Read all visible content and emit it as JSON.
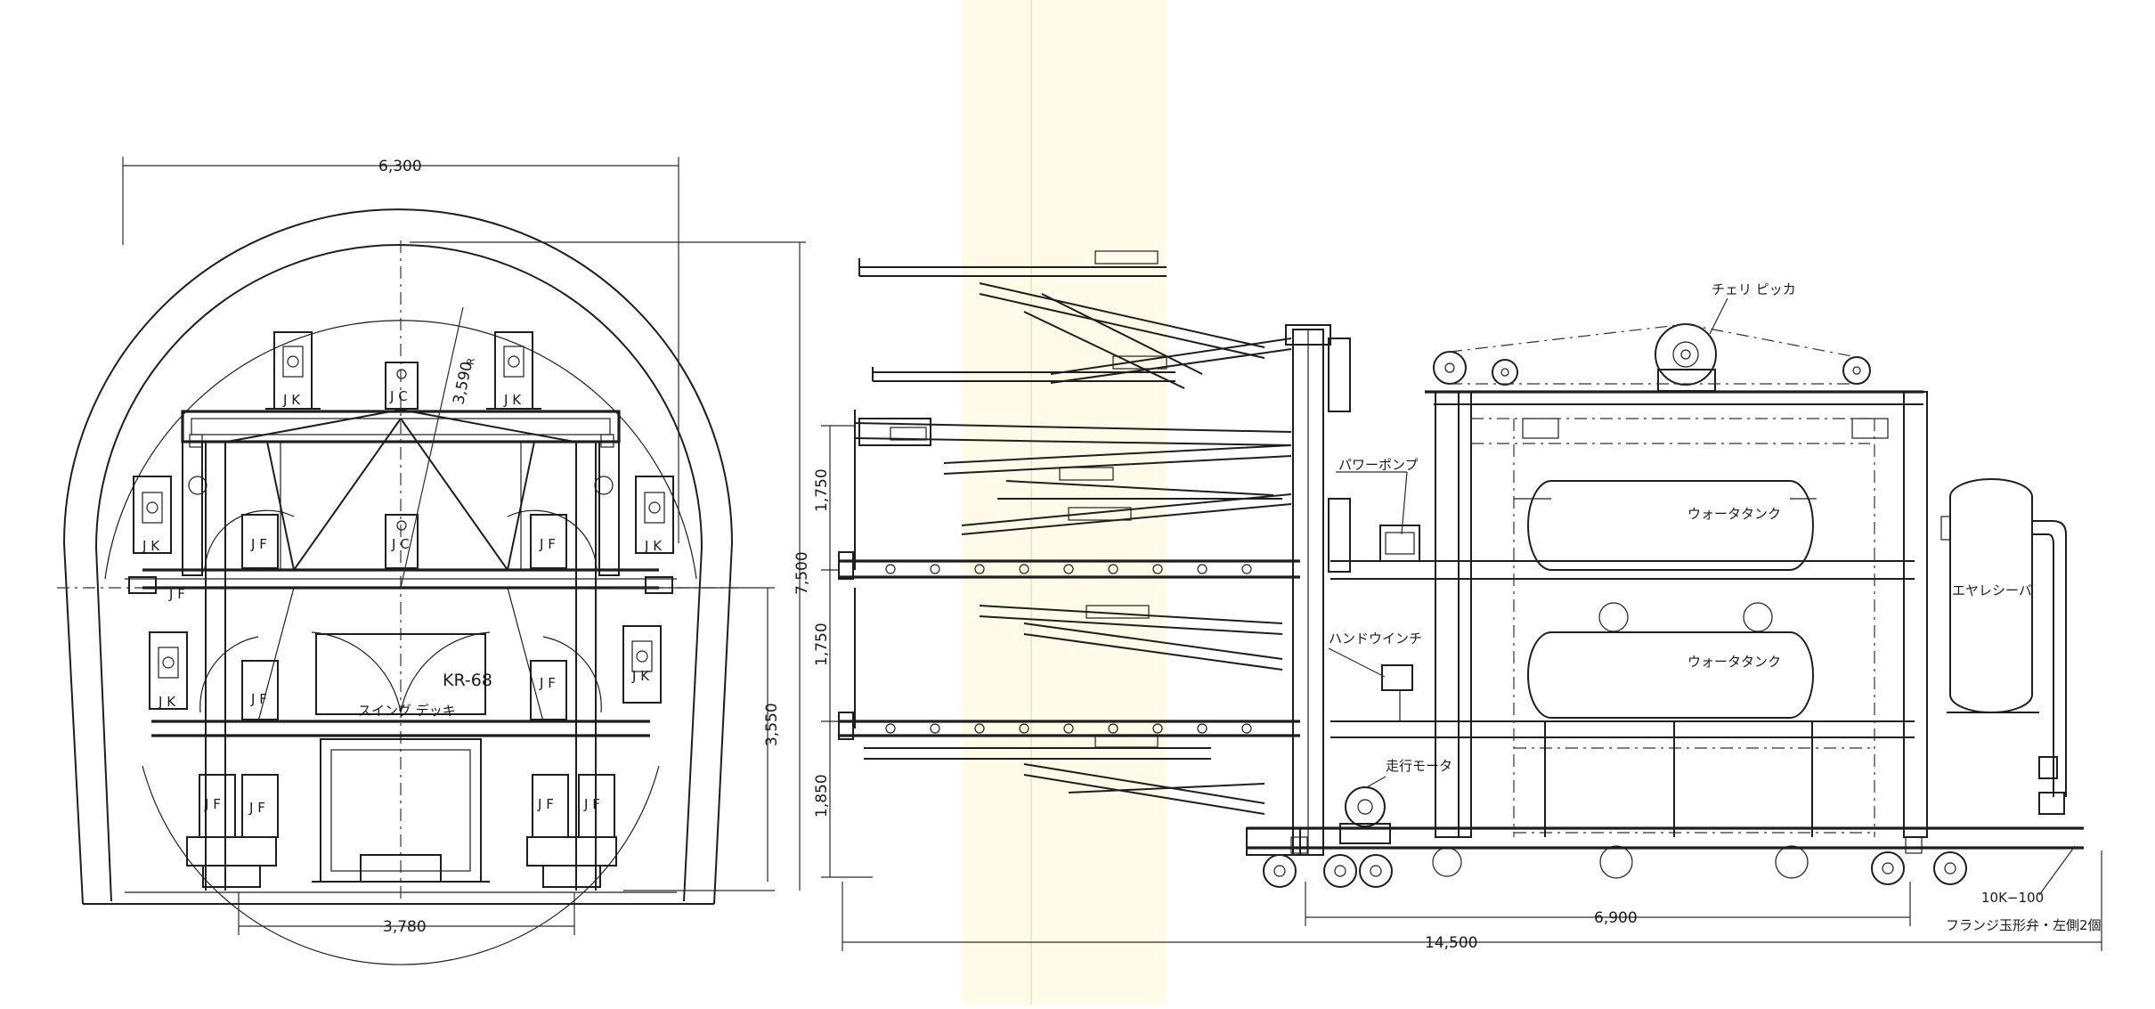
{
  "front_view": {
    "dimensions": {
      "width_top": "6,300",
      "radius": "3,590",
      "radius_suffix": "R",
      "height_total": "7,500",
      "height_lower": "3,550",
      "width_bottom": "3,780"
    },
    "labels": {
      "jk_1": "J K",
      "jc_top": "J C",
      "jk_2": "J K",
      "jk_3": "J K",
      "jc_mid": "J C",
      "jf_1": "J F",
      "jf_2": "J F",
      "jk_4": "J K",
      "jk_5": "J K",
      "jf_3": "J F",
      "jf_4": "J F",
      "jk_6": "J K",
      "jf_5": "J F",
      "jf_6": "J F",
      "jf_7": "J F",
      "jf_8": "J F",
      "jf_9": "J F",
      "machine": "KR-68",
      "swing_deck": "スイング デッキ"
    }
  },
  "side_view": {
    "dimensions": {
      "tier_1": "1,750",
      "tier_2": "1,750",
      "tier_3": "1,850",
      "base_length": "6,900",
      "total_length": "14,500"
    },
    "labels": {
      "cherry_picker": "チェリ ピッカ",
      "power_pump": "パワーポンプ",
      "water_tank_upper": "ウォータタンク",
      "water_tank_lower": "ウォータタンク",
      "air_receiver": "エヤレシーバ",
      "hand_winch": "ハンドウインチ",
      "travel_motor": "走行モータ",
      "valve_spec": "10K−100",
      "valve_desc": "フランジ玉形弁・左側2個"
    }
  }
}
